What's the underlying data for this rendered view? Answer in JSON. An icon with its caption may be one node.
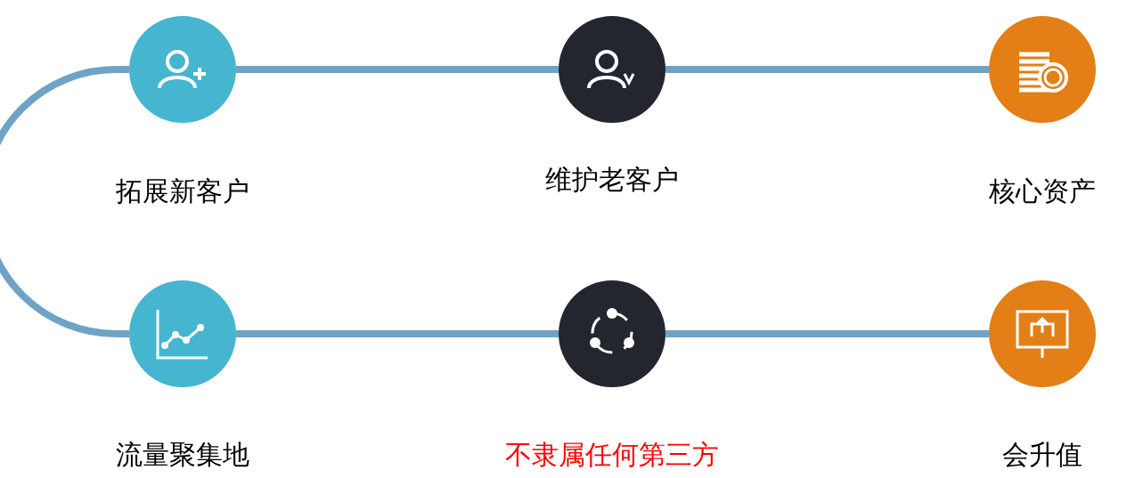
{
  "diagram": {
    "nodes": [
      {
        "text": [
          "拓展新客户"
        ]
      },
      {
        "text": [
          "维护老客户"
        ]
      },
      {
        "text": [
          "核心资产"
        ]
      },
      {
        "text": [
          "流量聚集地"
        ]
      },
      {
        "text": [
          "不隶属任何第三方"
        ]
      },
      {
        "text": [
          "会升值"
        ]
      }
    ],
    "edges": [
      {
        "from": 0,
        "to": 1,
        "arrow": "none"
      },
      {
        "from": 1,
        "to": 2,
        "arrow": "none"
      },
      {
        "from": 0,
        "to": 3,
        "arrow": "none"
      },
      {
        "from": 3,
        "to": 4,
        "arrow": "none"
      },
      {
        "from": 4,
        "to": 5,
        "arrow": "none"
      }
    ]
  }
}
